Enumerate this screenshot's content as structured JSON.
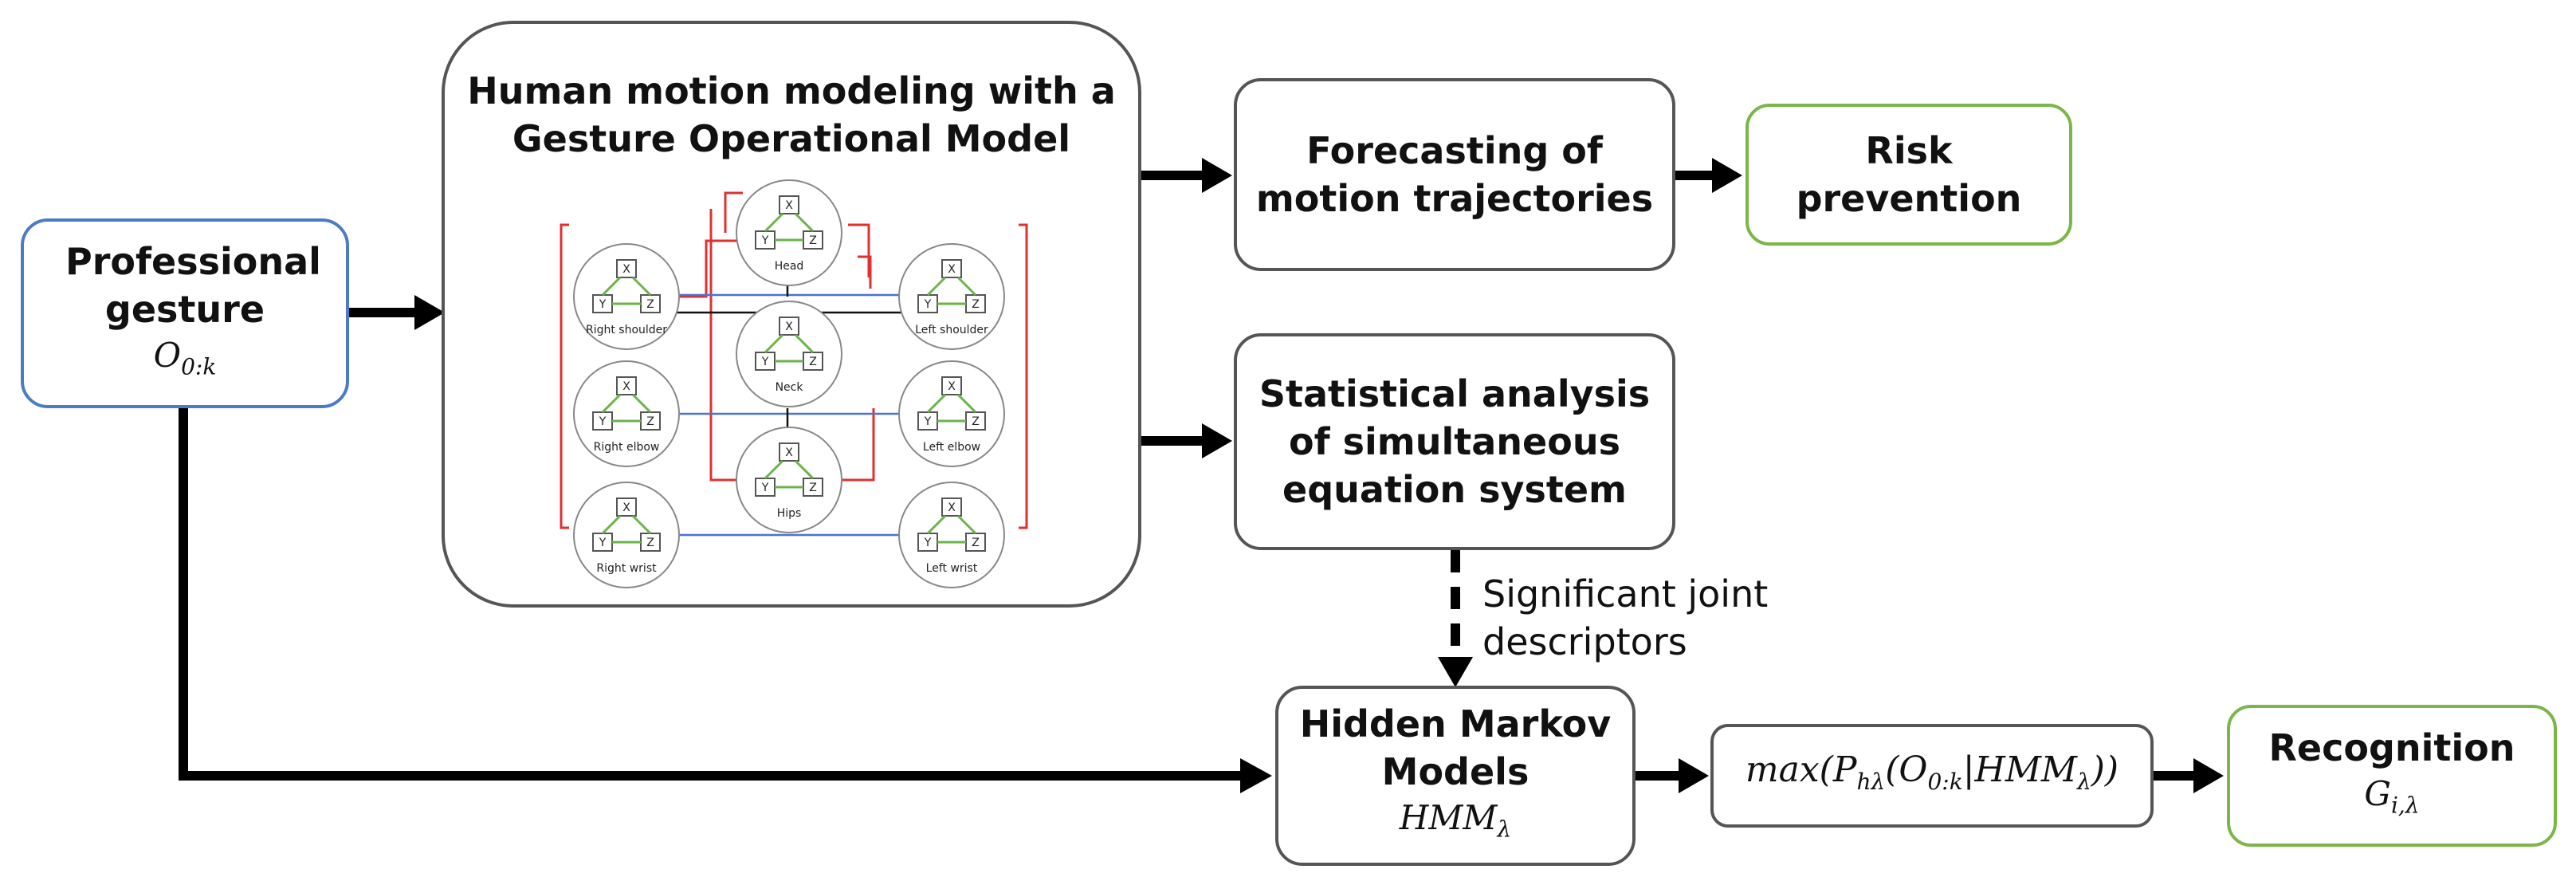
{
  "boxes": {
    "professional_gesture": {
      "title": "Professional gesture",
      "math": "O",
      "math_sub": "0:k"
    },
    "human_motion": {
      "title_line1": "Human motion modeling with a",
      "title_line2": "Gesture Operational Model"
    },
    "forecasting": {
      "title_line1": "Forecasting of",
      "title_line2": "motion trajectories"
    },
    "risk": {
      "title_line1": "Risk",
      "title_line2": "prevention"
    },
    "statistical": {
      "title_line1": "Statistical analysis",
      "title_line2": "of simultaneous",
      "title_line3": "equation system"
    },
    "hmm": {
      "title_line1": "Hidden Markov",
      "title_line2": "Models",
      "math": "HMM",
      "math_sub": "λ"
    },
    "max": {
      "pre": "max(P",
      "sub1": "hλ",
      "mid": "(O",
      "sub2": "0:k",
      "mid2": "|HMM",
      "sub3": "λ",
      "post": "))"
    },
    "recognition": {
      "title": "Recognition",
      "math": "G",
      "math_sub": "i,λ"
    }
  },
  "annotation": {
    "line1": "Significant joint",
    "line2": "descriptors"
  },
  "gom_nodes": {
    "head": "Head",
    "neck": "Neck",
    "hips": "Hips",
    "right_shoulder": "Right shoulder",
    "right_elbow": "Right elbow",
    "right_wrist": "Right wrist",
    "left_shoulder": "Left shoulder",
    "left_elbow": "Left elbow",
    "left_wrist": "Left wrist"
  },
  "axis_letters": {
    "x": "X",
    "y": "Y",
    "z": "Z"
  },
  "colors": {
    "blue_border": "#4a7cc4",
    "green_border": "#7ab648",
    "red_link": "#e03030",
    "blue_link": "#4a72d0",
    "green_link": "#6bb34a"
  }
}
